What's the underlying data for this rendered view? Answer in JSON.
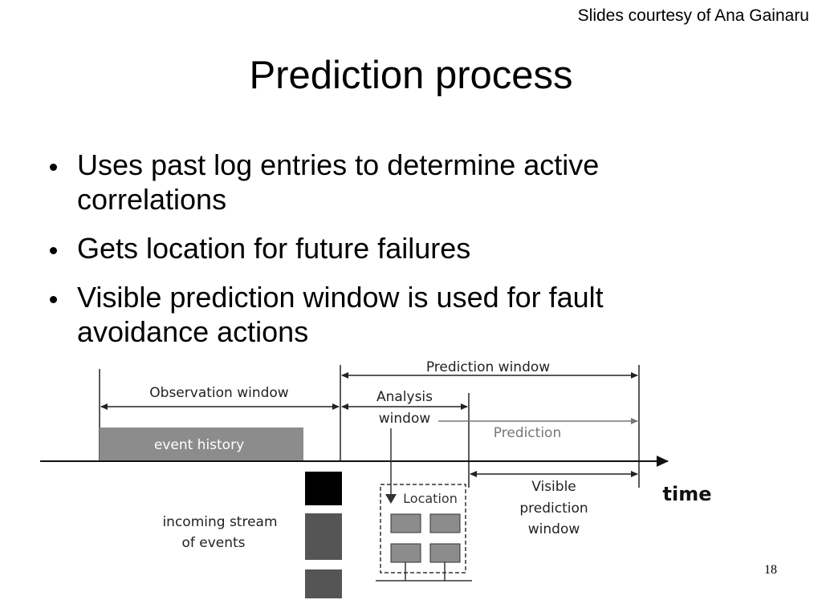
{
  "credit": "Slides courtesy of Ana Gainaru",
  "title": "Prediction process",
  "bullets": [
    "Uses past log entries to determine active correlations",
    "Gets location for future failures",
    "Visible prediction window is used for fault avoidance actions"
  ],
  "diagram": {
    "observation_window": "Observation window",
    "prediction_window": "Prediction window",
    "analysis_line1": "Analysis",
    "analysis_line2": "window",
    "prediction": "Prediction",
    "event_history": "event history",
    "time": "time",
    "incoming_line1": "incoming stream",
    "incoming_line2": "of events",
    "location": "Location",
    "visible_line1": "Visible",
    "visible_line2": "prediction",
    "visible_line3": "window"
  },
  "page_number": "18"
}
